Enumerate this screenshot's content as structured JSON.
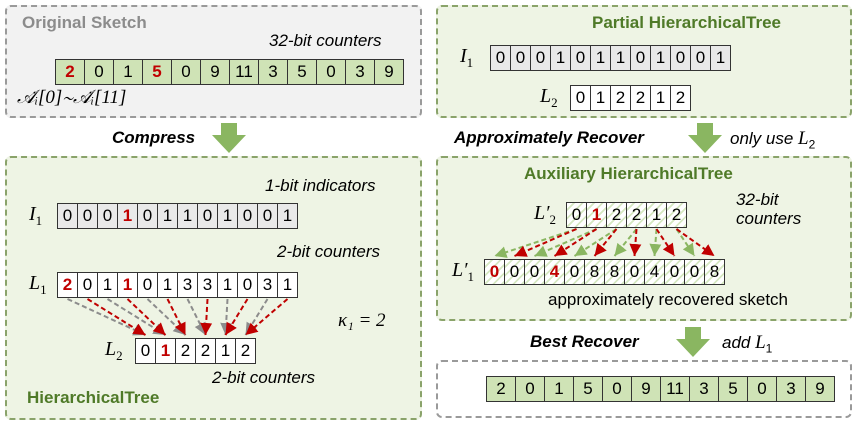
{
  "original_sketch": {
    "title": "Original Sketch",
    "counter_caption": "32-bit counters",
    "values": [
      "2",
      "0",
      "1",
      "5",
      "0",
      "9",
      "11",
      "3",
      "5",
      "0",
      "3",
      "9"
    ],
    "range_label": "𝒜̇ᵢ[0]∼𝒜̇ᵢ[11]"
  },
  "compress_label": "Compress",
  "hierarchical_tree": {
    "title": "HierarchicalTree",
    "indicators_caption": "1-bit indicators",
    "i1_label": "I",
    "i1_sub": "1",
    "i1_values": [
      "0",
      "0",
      "0",
      "1",
      "0",
      "1",
      "1",
      "0",
      "1",
      "0",
      "0",
      "1"
    ],
    "l1_caption": "2-bit counters",
    "l1_label": "L",
    "l1_sub": "1",
    "l1_values": [
      "2",
      "0",
      "1",
      "1",
      "0",
      "1",
      "3",
      "3",
      "1",
      "0",
      "3",
      "1"
    ],
    "kappa": "κ₁ = 2",
    "l2_label": "L",
    "l2_sub": "2",
    "l2_values": [
      "0",
      "1",
      "2",
      "2",
      "1",
      "2"
    ],
    "l2_caption": "2-bit counters"
  },
  "partial_tree": {
    "title": "Partial HierarchicalTree",
    "i1_label": "I",
    "i1_sub": "1",
    "i1_values": [
      "0",
      "0",
      "0",
      "1",
      "0",
      "1",
      "1",
      "0",
      "1",
      "0",
      "0",
      "1"
    ],
    "l2_label": "L",
    "l2_sub": "2",
    "l2_values": [
      "0",
      "1",
      "2",
      "2",
      "1",
      "2"
    ]
  },
  "approx_recover": {
    "label": "Approximately Recover",
    "note_prefix": "only use ",
    "note_var": "L",
    "note_sub": "2"
  },
  "auxiliary_tree": {
    "title": "Auxiliary HierarchicalTree",
    "l2p_label": "L′",
    "l2p_sub": "2",
    "l2p_values": [
      "0",
      "1",
      "2",
      "2",
      "1",
      "2"
    ],
    "caption_line1": "32-bit",
    "caption_line2": "counters",
    "l1p_label": "L′",
    "l1p_sub": "1",
    "l1p_values": [
      "0",
      "0",
      "0",
      "4",
      "0",
      "8",
      "8",
      "0",
      "4",
      "0",
      "0",
      "8"
    ],
    "recovered_caption": "approximately recovered sketch"
  },
  "best_recover": {
    "label": "Best Recover",
    "note_prefix": "add ",
    "note_var": "L",
    "note_sub": "1",
    "values": [
      "2",
      "0",
      "1",
      "5",
      "0",
      "9",
      "11",
      "3",
      "5",
      "0",
      "3",
      "9"
    ]
  },
  "colors": {
    "accent_green": "#4f7a28",
    "arrow_green": "#8ab661",
    "arrow_red": "#c00000",
    "arrow_gray": "#8c8c8c"
  }
}
